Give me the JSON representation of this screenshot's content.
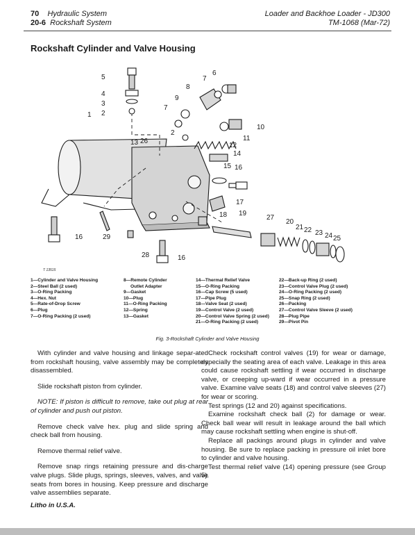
{
  "header": {
    "left_page": "70",
    "left_title": "Hydraulic System",
    "left_section": "20-6",
    "left_subtitle": "Rockshaft System",
    "right_title": "Loader and Backhoe Loader  -  JD300",
    "right_sub": "TM-1068   (Mar-72)"
  },
  "section_title": "Rockshaft Cylinder and Valve Housing",
  "figure": {
    "callouts": [
      "5",
      "4",
      "3",
      "2",
      "1",
      "6",
      "7",
      "8",
      "9",
      "7",
      "2",
      "10",
      "11",
      "12",
      "14",
      "13",
      "26",
      "15",
      "16",
      "17",
      "18",
      "19",
      "27",
      "20",
      "21",
      "22",
      "23",
      "24",
      "25",
      "16",
      "29",
      "28",
      "16"
    ],
    "ref": "T 13515"
  },
  "legend": {
    "col1": [
      "1—Cylinder and Valve Housing",
      "2—Steel Ball (2 used)",
      "3—O-Ring Packing",
      "4—Hex. Nut",
      "5—Rate-of-Drop Screw",
      "6—Plug",
      "7—O-Ring Packing (2 used)"
    ],
    "col2": [
      "8—Remote Cylinder",
      "Outlet Adapter",
      "9—Gasket",
      "10—Plug",
      "11—O-Ring Packing",
      "12—Spring",
      "13—Gasket"
    ],
    "col3": [
      "14—Thermal Relief Valve",
      "15—O-Ring Packing",
      "16—Cap Screw (5 used)",
      "17—Pipe Plug",
      "18—Valve Seat (2 used)",
      "19—Control Valve (2 used)",
      "20—Control Valve Spring (2 used)",
      "21—O-Ring Packing (2 used)"
    ],
    "col4": [
      "22—Back-up Ring (2 used)",
      "23—Control Valve Plug (2 used)",
      "24—O-Ring Packing (2 used)",
      "25—Snap Ring (2 used)",
      "26—Packing",
      "27—Control Valve Sleeve (2 used)",
      "28—Plug Pipe",
      "29—Pivot Pin"
    ]
  },
  "caption": "Fig. 3-Rockshaft Cylinder and Valve Housing",
  "body": {
    "left": [
      "With cylinder and valve housing and linkage separ-ated from rockshaft housing, valve assembly may be completely disassembled.",
      "Slide rockshaft piston from cylinder.",
      "NOTE: If piston is difficult to remove, take out plug at rear of cylinder and push out piston.",
      "Remove check valve hex. plug and slide spring and check ball from housing.",
      "Remove thermal relief valve.",
      "Remove snap rings retaining pressure and dis-charge valve plugs. Slide plugs, springs, sleeves, valves, and valve seats from bores in housing. Keep pressure and discharge valve assemblies separate."
    ],
    "right": [
      "Check rockshaft control valves (19) for wear or damage, especially the seating area of each valve. Leakage in this area could cause rockshaft settling if wear occurred in discharge valve, or creeping up-ward if wear occurred in a pressure valve. Examine valve seats (18) and control valve sleeves (27) for wear or scoring.",
      "Test springs (12 and 20) against specifications.",
      "Examine rockshaft check ball (2) for damage or wear. Check ball wear will result in leakage around the ball which may cause rockshaft settling when engine is shut-off.",
      "Replace all packings around plugs in cylinder and valve housing. Be sure to replace packing in pressure oil inlet bore to cylinder and valve housing.",
      "Test thermal relief valve (14) opening pressure (see Group 5)."
    ]
  },
  "footer": "Litho in U.S.A."
}
